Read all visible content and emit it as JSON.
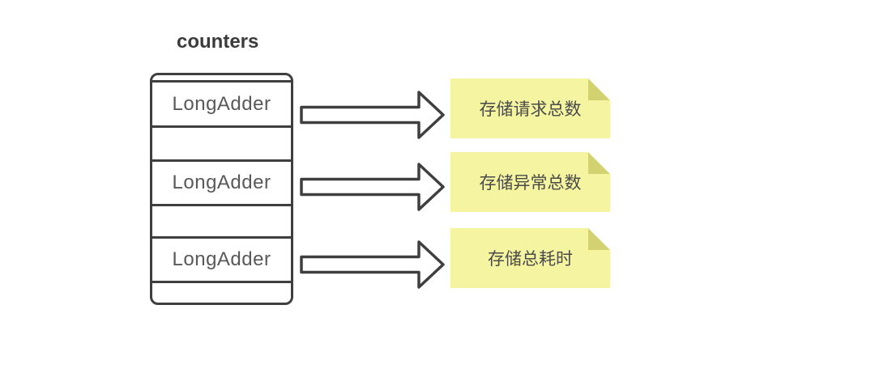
{
  "title": "counters",
  "rows": [
    {
      "cell_label": "LongAdder",
      "note_text": "存储请求总数"
    },
    {
      "cell_label": "LongAdder",
      "note_text": "存储异常总数"
    },
    {
      "cell_label": "LongAdder",
      "note_text": "存储总耗时"
    }
  ],
  "colors": {
    "background": "#ffffff",
    "stroke": "#3f3f3f",
    "title_text": "#3b3b3b",
    "label_text": "#595959",
    "note_fill": "#f5f5a1",
    "note_fold": "#d2d270",
    "note_text": "#4a4a4a"
  }
}
